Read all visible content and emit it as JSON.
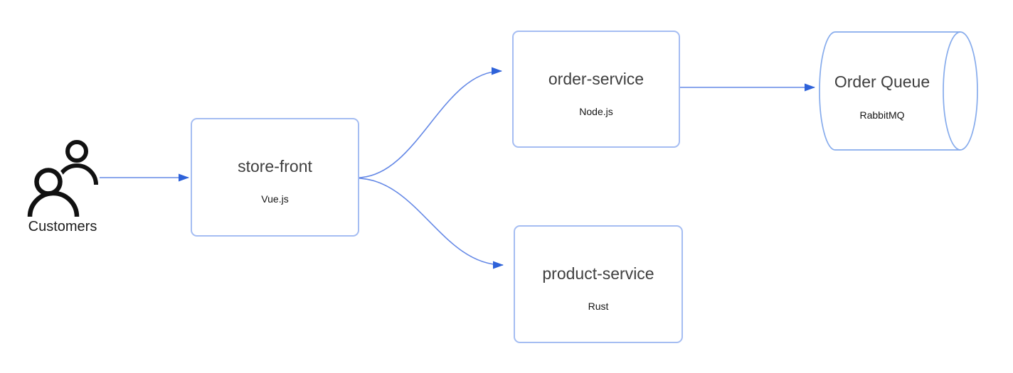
{
  "diagram": {
    "type": "architecture-flow",
    "nodes": [
      {
        "id": "customers",
        "label": "Customers",
        "shape": "actor",
        "icon": "people-icon"
      },
      {
        "id": "store-front",
        "label": "store-front",
        "sublabel": "Vue.js",
        "shape": "rounded-box"
      },
      {
        "id": "order-service",
        "label": "order-service",
        "sublabel": "Node.js",
        "shape": "rounded-box"
      },
      {
        "id": "product-service",
        "label": "product-service",
        "sublabel": "Rust",
        "shape": "rounded-box"
      },
      {
        "id": "order-queue",
        "label": "Order Queue",
        "sublabel": "RabbitMQ",
        "shape": "horizontal-cylinder"
      }
    ],
    "edges": [
      {
        "from": "customers",
        "to": "store-front",
        "style": "straight-arrow"
      },
      {
        "from": "store-front",
        "to": "order-service",
        "style": "curved-arrow"
      },
      {
        "from": "store-front",
        "to": "product-service",
        "style": "curved-arrow"
      },
      {
        "from": "order-service",
        "to": "order-queue",
        "style": "straight-arrow"
      }
    ]
  },
  "colors": {
    "background": "#ffffff",
    "node_border": "#a5bdf2",
    "cylinder_border": "#86abec",
    "edge_line": "#6488e6",
    "edge_arrow": "#2e62d9",
    "title_text": "#3f3f3f",
    "subtitle_text": "#141414",
    "actor_icon": "#111111",
    "actor_text": "#1c1c1c"
  }
}
